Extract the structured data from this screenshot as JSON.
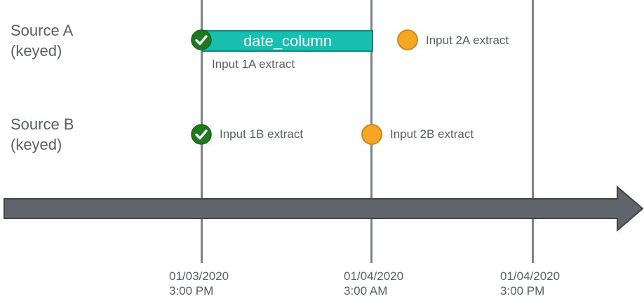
{
  "colors": {
    "axis": "#5f656b",
    "gridline": "#7f8389",
    "bar": "#16bfb0",
    "complete": "#1f7a1f",
    "pending": "#f5a623",
    "text": "#5b6066"
  },
  "sources": [
    {
      "label": "Source A\n(keyed)"
    },
    {
      "label": "Source B\n(keyed)"
    }
  ],
  "bar": {
    "label": "date_column"
  },
  "extracts": [
    {
      "label": "Input 1A extract",
      "status": "complete",
      "icon": "check-circle-icon"
    },
    {
      "label": "Input 2A extract",
      "status": "pending",
      "icon": "circle-icon"
    },
    {
      "label": "Input 1B extract",
      "status": "complete",
      "icon": "check-circle-icon"
    },
    {
      "label": "Input 2B extract",
      "status": "pending",
      "icon": "circle-icon"
    }
  ],
  "timeline": {
    "ticks": [
      {
        "label": "01/03/2020\n3:00 PM"
      },
      {
        "label": "01/04/2020\n3:00 AM"
      },
      {
        "label": "01/04/2020\n3:00 PM"
      }
    ]
  }
}
